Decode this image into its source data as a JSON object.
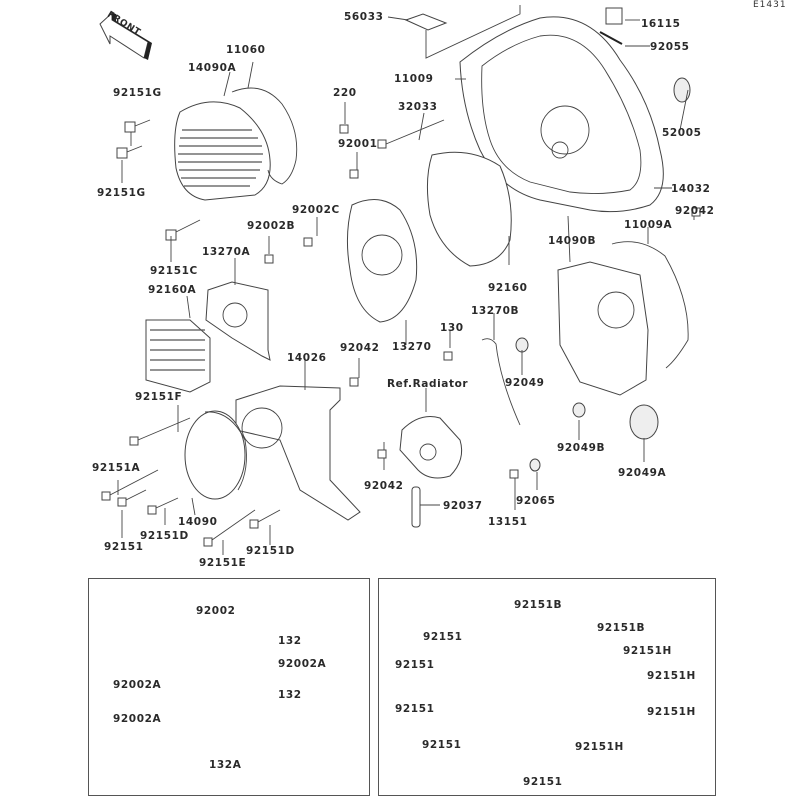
{
  "diagram": {
    "code": "E1431",
    "front_label": "FRONT",
    "reference_label": "Ref.Radiator",
    "parts": [
      "56033",
      "16115",
      "92055",
      "11060",
      "14090A",
      "11009",
      "92151G",
      "220",
      "32033",
      "52005",
      "92001",
      "92151G",
      "14032",
      "92002C",
      "92042",
      "11009A",
      "92002B",
      "14090B",
      "92151C",
      "13270A",
      "92160",
      "92160A",
      "13270B",
      "130",
      "13270",
      "92042",
      "14026",
      "Ref.Radiator",
      "92049",
      "92151F",
      "92049B",
      "92049A",
      "92151A",
      "92042",
      "92037",
      "92065",
      "13151",
      "14090",
      "92151",
      "92151D",
      "92151D",
      "92151E"
    ],
    "main_labels": {
      "l56033": "56033",
      "l16115": "16115",
      "l92055": "92055",
      "l11060": "11060",
      "l14090A": "14090A",
      "l11009": "11009",
      "l92151G_top": "92151G",
      "l220": "220",
      "l32033": "32033",
      "l52005": "52005",
      "l92001": "92001",
      "l92151G_bot": "92151G",
      "l14032": "14032",
      "l92002C": "92002C",
      "l92042_a": "92042",
      "l11009A": "11009A",
      "l92002B": "92002B",
      "l14090B": "14090B",
      "l92151C": "92151C",
      "l13270A": "13270A",
      "l92160": "92160",
      "l92160A": "92160A",
      "l13270B": "13270B",
      "l130": "130",
      "l13270": "13270",
      "l92042_b": "92042",
      "l14026": "14026",
      "l92049": "92049",
      "l92151F": "92151F",
      "l92049B": "92049B",
      "l92049A": "92049A",
      "l92151A": "92151A",
      "l92042_c": "92042",
      "l92037": "92037",
      "l92065": "92065",
      "l13151": "13151",
      "l14090": "14090",
      "l92151": "92151",
      "l92151D_a": "92151D",
      "l92151D_b": "92151D",
      "l92151E": "92151E"
    },
    "inset_left": {
      "labels": {
        "l92002": "92002",
        "l132_a": "132",
        "l92002A_r": "92002A",
        "l132_b": "132",
        "l92002A_l1": "92002A",
        "l92002A_l2": "92002A",
        "l132A": "132A"
      }
    },
    "inset_right": {
      "labels": {
        "l92151B_top": "92151B",
        "l92151B_r": "92151B",
        "l92151_1": "92151",
        "l92151H_1": "92151H",
        "l92151_2": "92151",
        "l92151H_2": "92151H",
        "l92151_3": "92151",
        "l92151H_3": "92151H",
        "l92151_4": "92151",
        "l92151H_4": "92151H",
        "l92151_bot": "92151"
      }
    }
  }
}
